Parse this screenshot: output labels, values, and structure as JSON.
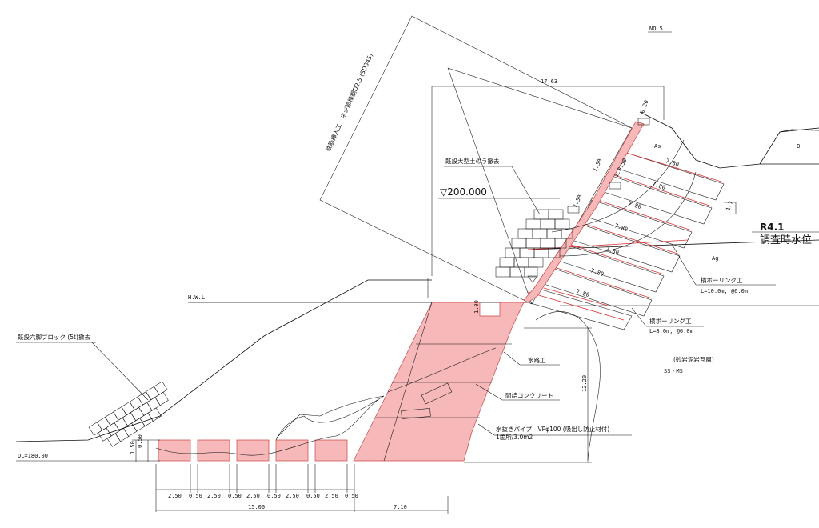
{
  "drawing": {
    "section_no": "NO.5",
    "top_width": "17.63",
    "water_level_mark": "▽200.000",
    "survey_date": "R4.1",
    "survey_water_label": "調査時水位",
    "hwl": "H.W.L",
    "datum": "DL=180.00"
  },
  "labels": {
    "remove_blocks": "既設六脚ブロック (5t)撤去",
    "remove_sandbags": "既設大型土のう撤去",
    "slope_work": "鉄筋挿入工　ネジ節棒鋼D2.5 (SD345)",
    "channel": "水路工",
    "concrete": "間詰コンクリート",
    "drain_pipe": "水抜きパイプ　VPφ100 (吸出し防止材付)",
    "drain_spacing": "1箇所/3.0m2",
    "boring_upper": "横ボーリング工",
    "boring_upper_spec": "L=10.0m, @6.0m",
    "boring_lower": "横ボーリング工",
    "boring_lower_spec": "L=8.0m, @6.0m",
    "geology": "(砂岩泥岩互層)",
    "geology_code": "SS・MS",
    "zone_as": "As",
    "zone_ag": "Ag",
    "zone_b": "B"
  },
  "dims": {
    "bottom_segments": [
      "2.50",
      "0.50",
      "2.50",
      "0.50",
      "2.50",
      "0.50",
      "2.50",
      "0.50",
      "2.50",
      "0.50"
    ],
    "total_left": "15.00",
    "total_right": "7.10",
    "height": "12.20",
    "step_h": "1.00",
    "left_h1": "1.50",
    "left_h2": "0.50",
    "nail_lengths": [
      "7.80",
      "7.80",
      "7.80",
      "7.80",
      "7.80",
      "7.80",
      "7.80"
    ],
    "nail_top_small": "0.20",
    "nail_gap1": "1.50",
    "nail_gap2": "1.50",
    "slope_small": "1.7",
    "diag_label": "1.0.50"
  },
  "colors": {
    "concrete_fill": "#f6b8b8",
    "boring_line": "#d33333"
  }
}
